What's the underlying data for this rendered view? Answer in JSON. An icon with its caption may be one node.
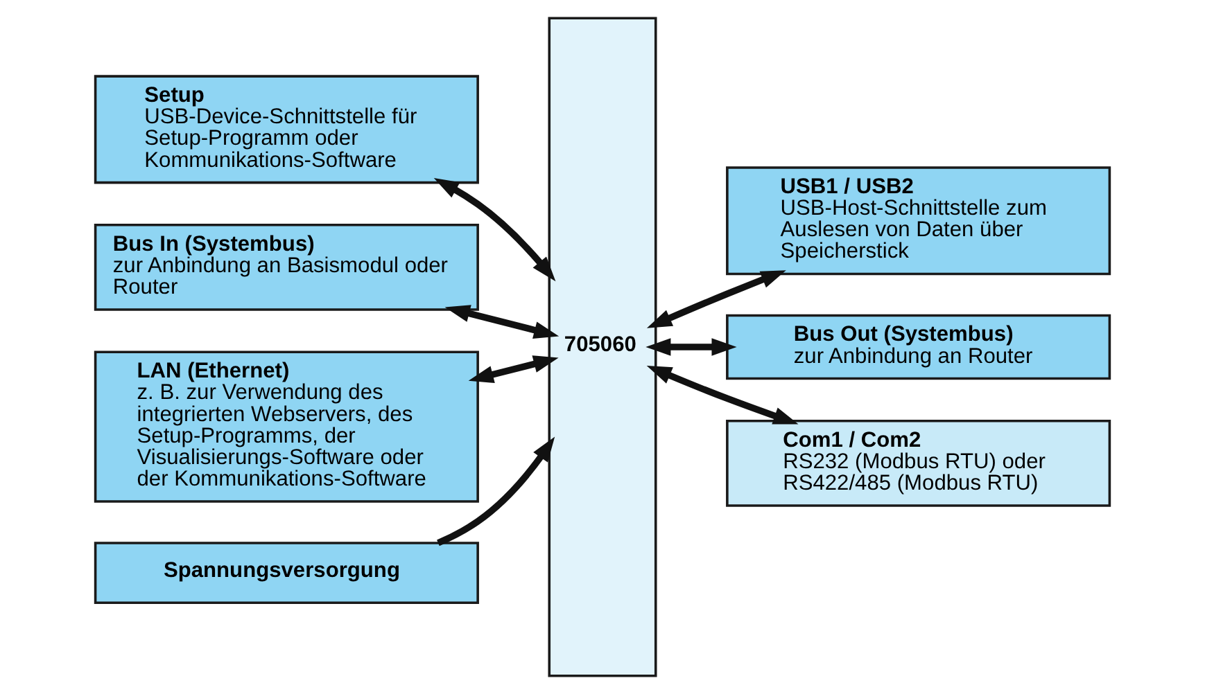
{
  "diagram": {
    "nodes": [
      {
        "text": [
          "Setup",
          "USB-Device-Schnittstelle für Setup-Programm oder Kommunikations-Software"
        ]
      },
      {
        "text": [
          "Bus In (Systembus)",
          "zur Anbindung an Basismodul oder Router"
        ]
      },
      {
        "text": [
          "LAN (Ethernet)",
          "z. B. zur Verwendung des integrierten Webservers, des Setup-Programms, der Visualisierungs-Software oder der Kommunikations-Software"
        ]
      },
      {
        "text": [
          "Spannungsversorgung"
        ]
      },
      {
        "text": [
          "705060"
        ]
      },
      {
        "text": [
          "USB1 / USB2",
          "USB-Host-Schnittstelle zum Auslesen von Daten über Speicherstick"
        ]
      },
      {
        "text": [
          "Bus Out (Systembus)",
          "zur Anbindung an Router"
        ]
      },
      {
        "text": [
          "Com1 / Com2",
          "RS232 (Modbus RTU) oder RS422/485 (Modbus RTU)"
        ]
      }
    ],
    "edges": [
      {
        "from": 0,
        "to": 4,
        "arrow": "both"
      },
      {
        "from": 1,
        "to": 4,
        "arrow": "both"
      },
      {
        "from": 2,
        "to": 4,
        "arrow": "both"
      },
      {
        "from": 3,
        "to": 4,
        "arrow": "to"
      },
      {
        "from": 4,
        "to": 5,
        "arrow": "both"
      },
      {
        "from": 4,
        "to": 6,
        "arrow": "both"
      },
      {
        "from": 4,
        "to": 7,
        "arrow": "both"
      }
    ]
  }
}
